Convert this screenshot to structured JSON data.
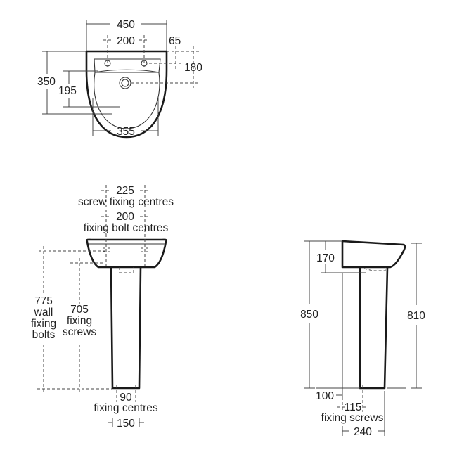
{
  "top_view": {
    "overall_width": "450",
    "tap_hole_centres": "200",
    "tap_offset": "65",
    "waste_offset": "180",
    "overall_depth": "350",
    "bowl_depth": "195",
    "bowl_width": "355"
  },
  "front_view": {
    "screw_centres_value": "225",
    "screw_centres_label": "screw fixing centres",
    "bolt_centres_value": "200",
    "bolt_centres_label": "fixing bolt centres",
    "wall_bolts_value": "775",
    "wall_bolts_label_1": "wall",
    "wall_bolts_label_2": "fixing",
    "wall_bolts_label_3": "bolts",
    "fixing_screws_value": "705",
    "fixing_screws_label_1": "fixing",
    "fixing_screws_label_2": "screws",
    "base_centres_value": "90",
    "base_centres_label": "fixing centres",
    "pedestal_width": "150"
  },
  "side_view": {
    "basin_height": "170",
    "overall_height": "850",
    "pedestal_height": "810",
    "wall_offset": "100",
    "screw_centres_value": "115",
    "screw_centres_label": "fixing screws",
    "pedestal_depth": "240"
  },
  "colors": {
    "stroke": "#1a1a1a",
    "dimension": "#444444",
    "background": "#ffffff"
  }
}
